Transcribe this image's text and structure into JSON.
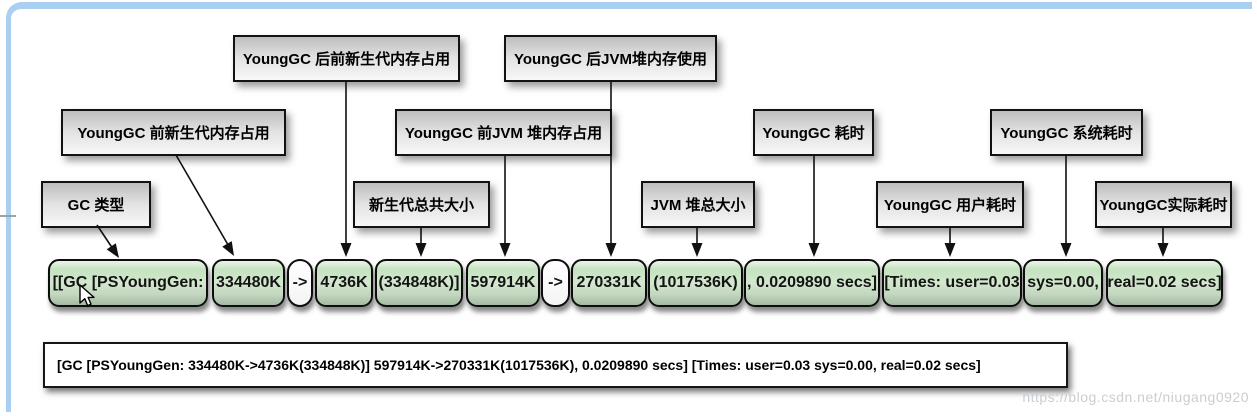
{
  "diagram": {
    "labels": [
      {
        "text": "GC 类型"
      },
      {
        "text": "YoungGC 前新生代内存占用"
      },
      {
        "text": "YoungGC 后前新生代内存占用"
      },
      {
        "text": "新生代总共大小"
      },
      {
        "text": "YoungGC 前JVM 堆内存占用"
      },
      {
        "text": "YoungGC 后JVM堆内存使用"
      },
      {
        "text": "JVM 堆总大小"
      },
      {
        "text": "YoungGC 耗时"
      },
      {
        "text": "YoungGC 用户耗时"
      },
      {
        "text": "YoungGC 系统耗时"
      },
      {
        "text": "YoungGC实际耗时"
      }
    ],
    "segments": [
      {
        "text": "[[GC [PSYoungGen:",
        "kind": "value"
      },
      {
        "text": "334480K",
        "kind": "value"
      },
      {
        "text": "->",
        "kind": "op"
      },
      {
        "text": "4736K",
        "kind": "value"
      },
      {
        "text": "(334848K)]",
        "kind": "value"
      },
      {
        "text": "597914K",
        "kind": "value"
      },
      {
        "text": "->",
        "kind": "op"
      },
      {
        "text": "270331K",
        "kind": "value"
      },
      {
        "text": "(1017536K)",
        "kind": "value"
      },
      {
        "text": ", 0.0209890 secs]",
        "kind": "value"
      },
      {
        "text": "[Times: user=0.03",
        "kind": "value"
      },
      {
        "text": "sys=0.00,",
        "kind": "value"
      },
      {
        "text": "real=0.02 secs]",
        "kind": "value"
      }
    ],
    "log_line": "[GC [PSYoungGen: 334480K->4736K(334848K)] 597914K->270331K(1017536K), 0.0209890 secs] [Times: user=0.03 sys=0.00, real=0.02 secs]",
    "watermark": "https://blog.csdn.net/niugang0920",
    "colors": {
      "frame_blue": "#a9cff1",
      "segment_green_top": "#c4e2c0",
      "segment_green_bottom": "#a3bba2",
      "label_gray_top": "#bdbdbd",
      "label_gray_bottom": "#f7f7f7",
      "border_black": "#111111",
      "watermark_gray": "#c9ced3"
    }
  }
}
